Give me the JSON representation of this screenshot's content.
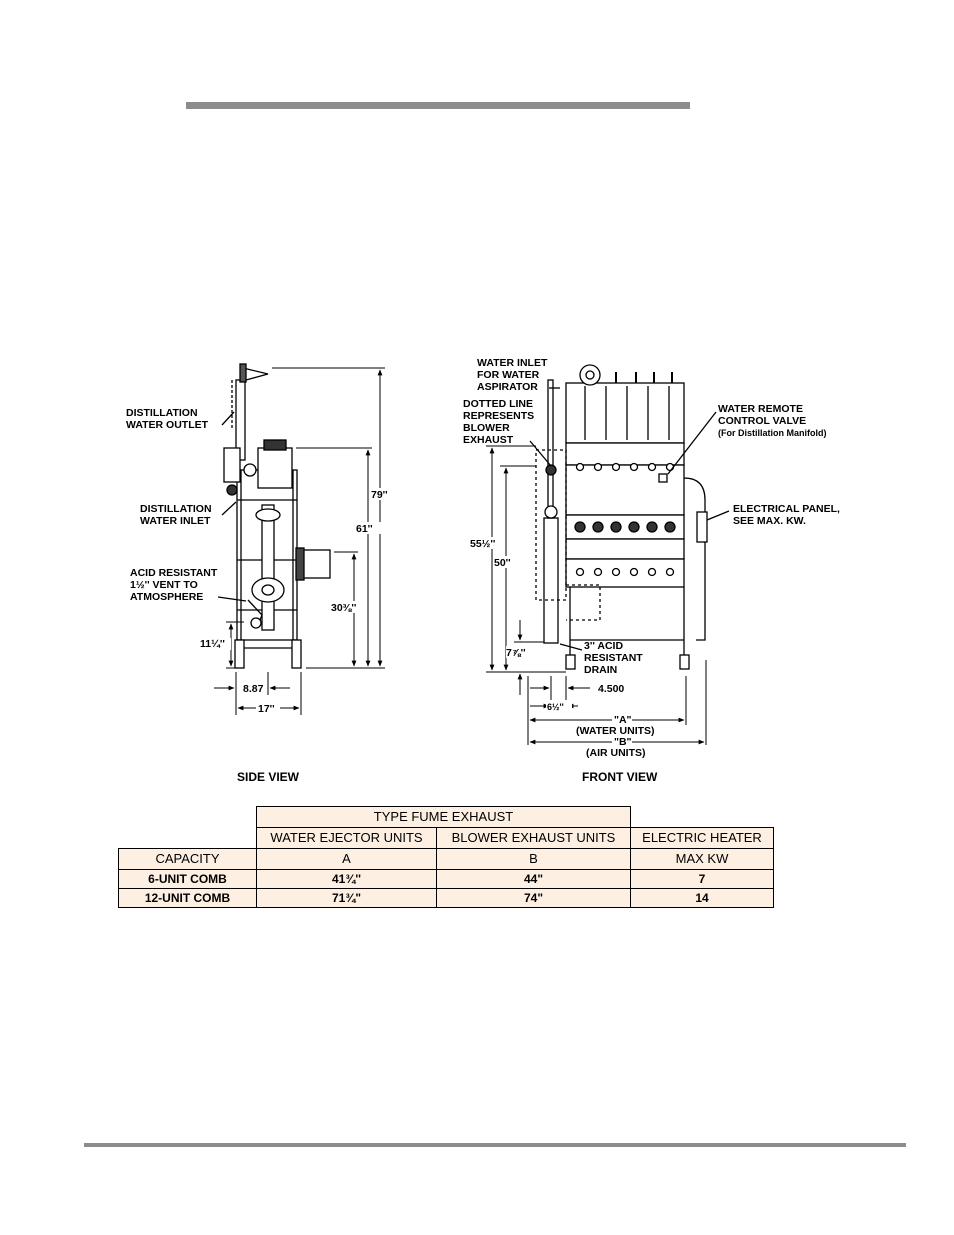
{
  "side_view": {
    "caption": "SIDE VIEW",
    "labels": {
      "outlet": [
        "DISTILLATION",
        "WATER OUTLET"
      ],
      "inlet": [
        "DISTILLATION",
        "WATER INLET"
      ],
      "vent": [
        "ACID RESISTANT",
        "1½'' VENT TO",
        "ATMOSPHERE"
      ]
    },
    "dimensions": {
      "height_total": "79''",
      "height_61": "61''",
      "height_30": "30⅜''",
      "height_11": "11¼''",
      "width_887": "8.87",
      "width_17": "17''"
    }
  },
  "front_view": {
    "caption": "FRONT VIEW",
    "labels": {
      "water_inlet": [
        "WATER INLET",
        "FOR WATER",
        "ASPIRATOR"
      ],
      "dotted_line": [
        "DOTTED LINE",
        "REPRESENTS",
        "BLOWER",
        "EXHAUST"
      ],
      "remote_valve": [
        "WATER REMOTE",
        "CONTROL VALVE",
        "(For Distillation Manifold)"
      ],
      "electrical_panel": [
        "ELECTRICAL PANEL,",
        "SEE MAX. KW."
      ],
      "acid_drain": [
        "3'' ACID",
        "RESISTANT",
        "DRAIN"
      ]
    },
    "dimensions": {
      "height_55": "55½''",
      "height_50": "50''",
      "height_7": "7⅞''",
      "width_4500": "4.500",
      "width_6": "6½''",
      "dim_a": [
        "\"A\"",
        "(WATER UNITS)"
      ],
      "dim_b": [
        "\"B\"",
        "(AIR UNITS)"
      ]
    }
  },
  "table": {
    "group_header": "TYPE FUME EXHAUST",
    "col_a": "WATER EJECTOR UNITS",
    "col_b": "BLOWER EXHAUST UNITS",
    "col_c": "ELECTRIC HEATER",
    "row_header": {
      "capacity": "CAPACITY",
      "a": "A",
      "b": "B",
      "c": "MAX KW"
    },
    "rows": [
      {
        "capacity": "6-UNIT COMB",
        "a": "41¾''",
        "b": "44\"",
        "c": "7"
      },
      {
        "capacity": "12-UNIT COMB",
        "a": "71¾\"",
        "b": "74\"",
        "c": "14"
      }
    ]
  }
}
